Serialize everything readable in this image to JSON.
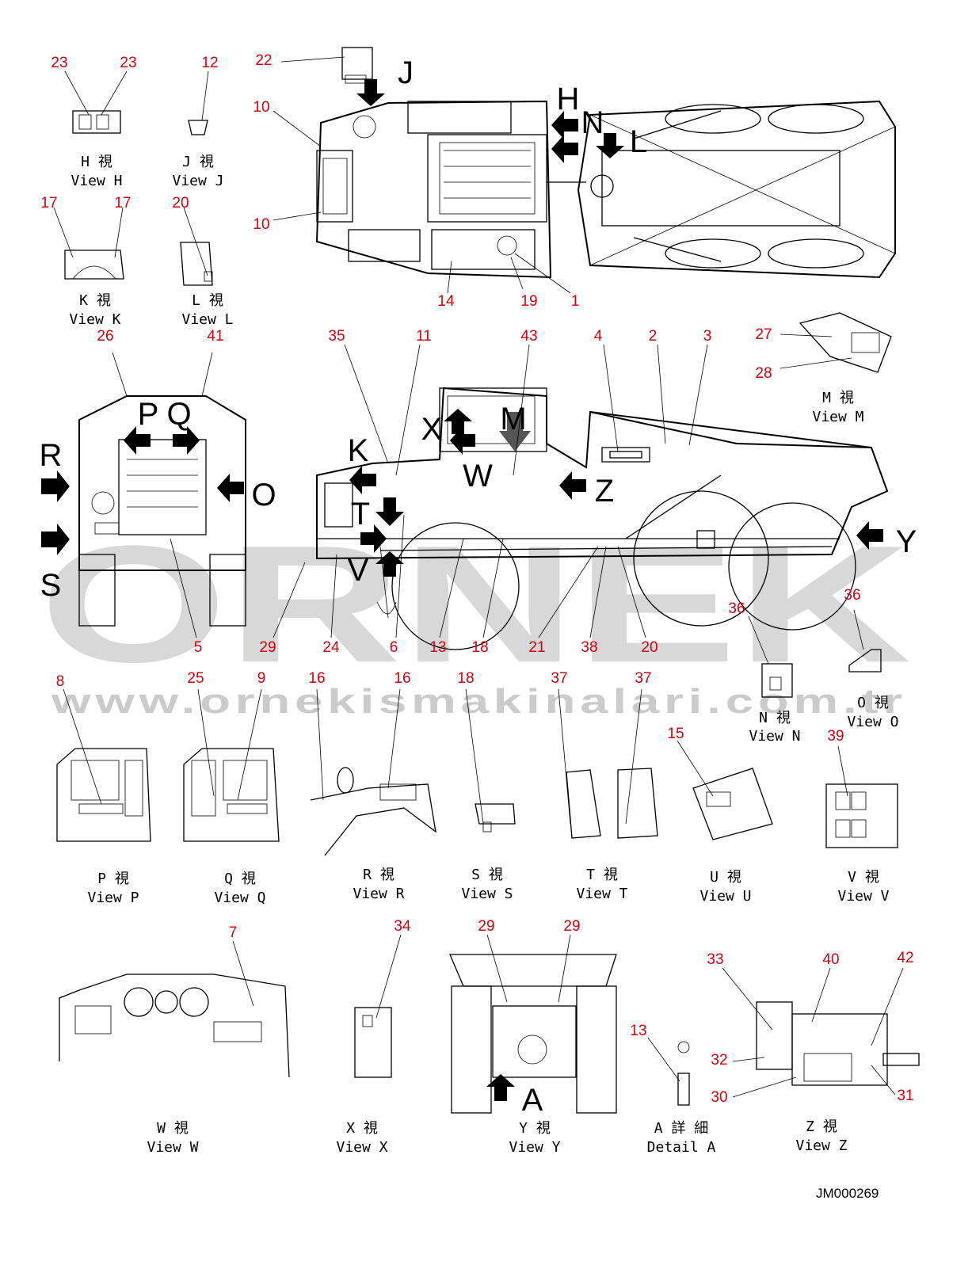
{
  "watermark": {
    "brand": "ORNEK",
    "url": "www.ornekismakinalari.com.tr"
  },
  "drawing_code": "JM000269",
  "callout_numbers": [
    "23",
    "23",
    "12",
    "22",
    "10",
    "10",
    "17",
    "17",
    "20",
    "14",
    "19",
    "1",
    "26",
    "41",
    "35",
    "11",
    "43",
    "4",
    "2",
    "3",
    "27",
    "28",
    "5",
    "29",
    "24",
    "6",
    "13",
    "18",
    "21",
    "38",
    "20",
    "36",
    "36",
    "8",
    "25",
    "9",
    "16",
    "16",
    "18",
    "37",
    "37",
    "15",
    "39",
    "7",
    "34",
    "29",
    "29",
    "13",
    "33",
    "40",
    "42",
    "32",
    "30",
    "31"
  ],
  "view_letters": [
    "J",
    "H",
    "N",
    "L",
    "P",
    "Q",
    "R",
    "O",
    "S",
    "K",
    "X",
    "M",
    "W",
    "Z",
    "T",
    "V",
    "Y",
    "A"
  ],
  "views": {
    "H": {
      "jp": "H 視",
      "en": "View H"
    },
    "J": {
      "jp": "J 視",
      "en": "View J"
    },
    "K": {
      "jp": "K 視",
      "en": "View K"
    },
    "L": {
      "jp": "L 視",
      "en": "View L"
    },
    "M": {
      "jp": "M 視",
      "en": "View M"
    },
    "N": {
      "jp": "N 視",
      "en": "View N"
    },
    "O": {
      "jp": "O 視",
      "en": "View O"
    },
    "P": {
      "jp": "P 視",
      "en": "View P"
    },
    "Q": {
      "jp": "Q 視",
      "en": "View Q"
    },
    "R": {
      "jp": "R 視",
      "en": "View R"
    },
    "S": {
      "jp": "S 視",
      "en": "View S"
    },
    "T": {
      "jp": "T 視",
      "en": "View T"
    },
    "U": {
      "jp": "U 視",
      "en": "View U"
    },
    "V": {
      "jp": "V 視",
      "en": "View V"
    },
    "W": {
      "jp": "W 視",
      "en": "View W"
    },
    "X": {
      "jp": "X 視",
      "en": "View X"
    },
    "Y": {
      "jp": "Y 視",
      "en": "View Y"
    },
    "A": {
      "jp": "A 詳 細",
      "en": "Detail A"
    },
    "Z": {
      "jp": "Z 視",
      "en": "View Z"
    }
  }
}
